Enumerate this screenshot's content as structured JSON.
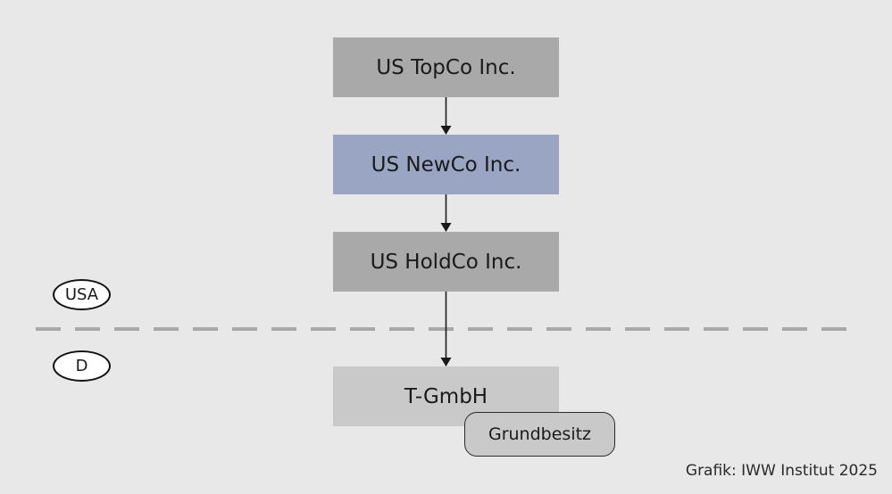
{
  "diagram": {
    "nodes": {
      "topco": "US TopCo Inc.",
      "newco": "US NewCo Inc.",
      "holdco": "US HoldCo Inc.",
      "tgmbh": "T-GmbH"
    },
    "property_tag": "Grundbesitz",
    "regions": {
      "upper": "USA",
      "lower": "D"
    },
    "edges": [
      {
        "from": "topco",
        "to": "newco"
      },
      {
        "from": "newco",
        "to": "holdco"
      },
      {
        "from": "holdco",
        "to": "tgmbh"
      }
    ],
    "colors": {
      "company_box": "#a9a9a9",
      "highlight_box": "#9aa5c4",
      "subsidiary_box": "#c9c9c9",
      "background": "#e8e8e8",
      "border_line": "#a9a9a9"
    }
  },
  "credit": "Grafik: IWW Institut 2025"
}
